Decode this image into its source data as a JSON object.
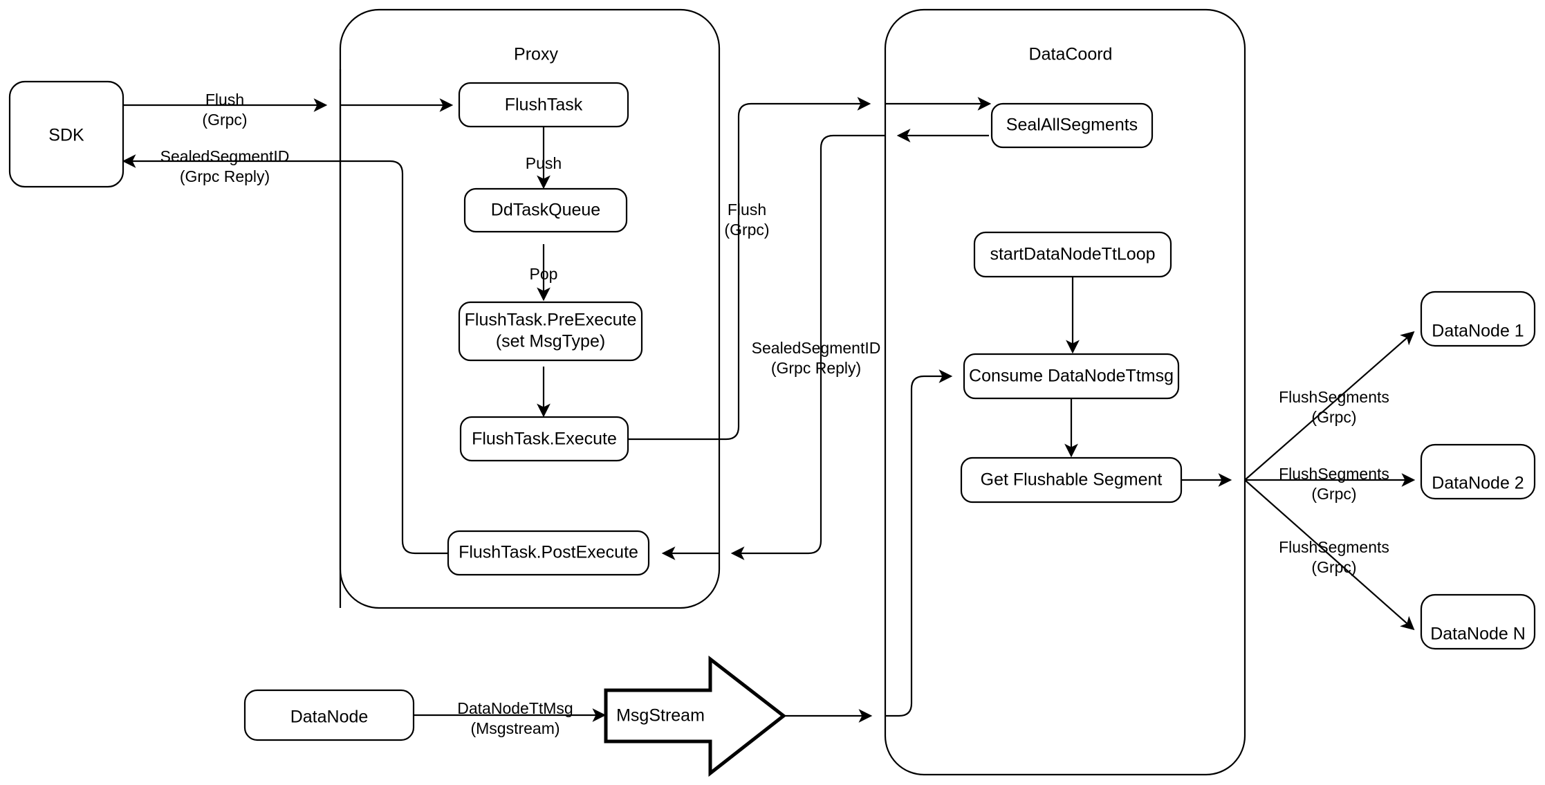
{
  "diagram": {
    "title_visible": false,
    "containers": [
      {
        "id": "proxy",
        "label": "Proxy"
      },
      {
        "id": "datacoord",
        "label": "DataCoord"
      }
    ],
    "nodes": {
      "sdk": "SDK",
      "flush_task": "FlushTask",
      "dd_task_queue": "DdTaskQueue",
      "pre_execute_line1": "FlushTask.PreExecute",
      "pre_execute_line2": "(set MsgType)",
      "execute": "FlushTask.Execute",
      "post_execute": "FlushTask.PostExecute",
      "seal_all_segments": "SealAllSegments",
      "start_tt_loop": "startDataNodeTtLoop",
      "consume_ttmsg": "Consume DataNodeTtmsg",
      "get_flushable": "Get Flushable Segment",
      "datanode_1": "DataNode 1",
      "datanode_2": "DataNode 2",
      "datanode_n": "DataNode N",
      "datanode_src": "DataNode",
      "msgstream": "MsgStream"
    },
    "edge_labels": {
      "sdk_to_proxy_l1": "Flush",
      "sdk_to_proxy_l2": "(Grpc)",
      "proxy_to_sdk_l1": "SealedSegmentID",
      "proxy_to_sdk_l2": "(Grpc Reply)",
      "push": "Push",
      "pop": "Pop",
      "proxy_to_coord_l1": "Flush",
      "proxy_to_coord_l2": "(Grpc)",
      "coord_to_proxy_l1": "SealedSegmentID",
      "coord_to_proxy_l2": "(Grpc Reply)",
      "flush_seg_1_l1": "FlushSegments",
      "flush_seg_1_l2": "(Grpc)",
      "flush_seg_2_l1": "FlushSegments",
      "flush_seg_2_l2": "(Grpc)",
      "flush_seg_n_l1": "FlushSegments",
      "flush_seg_n_l2": "(Grpc)",
      "ttmsg_l1": "DataNodeTtMsg",
      "ttmsg_l2": "(Msgstream)"
    },
    "colors": {
      "stroke": "#000000",
      "fill": "#ffffff",
      "background": "#ffffff"
    }
  }
}
